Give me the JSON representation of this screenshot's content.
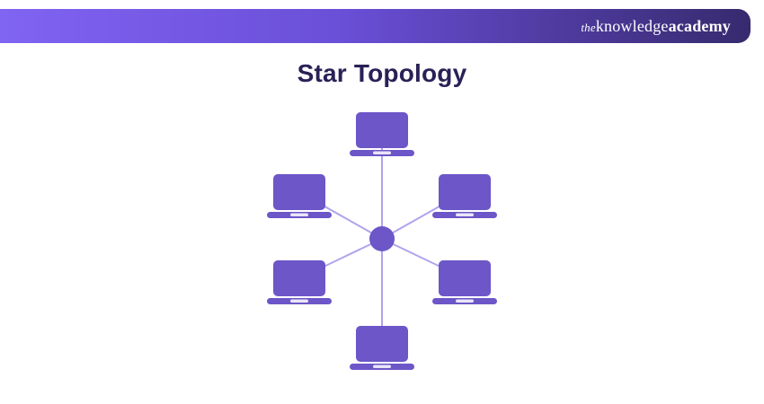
{
  "header": {
    "logo_the": "the",
    "logo_knowledge": "knowledge",
    "logo_academy": "academy",
    "gradient_start": "#8064f2",
    "gradient_mid": "#6a4fd8",
    "gradient_end": "#372a6e",
    "logo_text_color": "#ffffff"
  },
  "title": "Star Topology",
  "title_color": "#2a2157",
  "diagram": {
    "type": "star-topology-network",
    "hub": {
      "label": "central hub",
      "color": "#6c56c8"
    },
    "link_color": "#b0a3ee",
    "node_color": "#6c56c8",
    "node_notch_color": "#e9e5f9",
    "nodes": [
      {
        "id": "top",
        "device": "laptop"
      },
      {
        "id": "upper-left",
        "device": "laptop"
      },
      {
        "id": "upper-right",
        "device": "laptop"
      },
      {
        "id": "lower-left",
        "device": "laptop"
      },
      {
        "id": "lower-right",
        "device": "laptop"
      },
      {
        "id": "bottom",
        "device": "laptop"
      }
    ]
  }
}
